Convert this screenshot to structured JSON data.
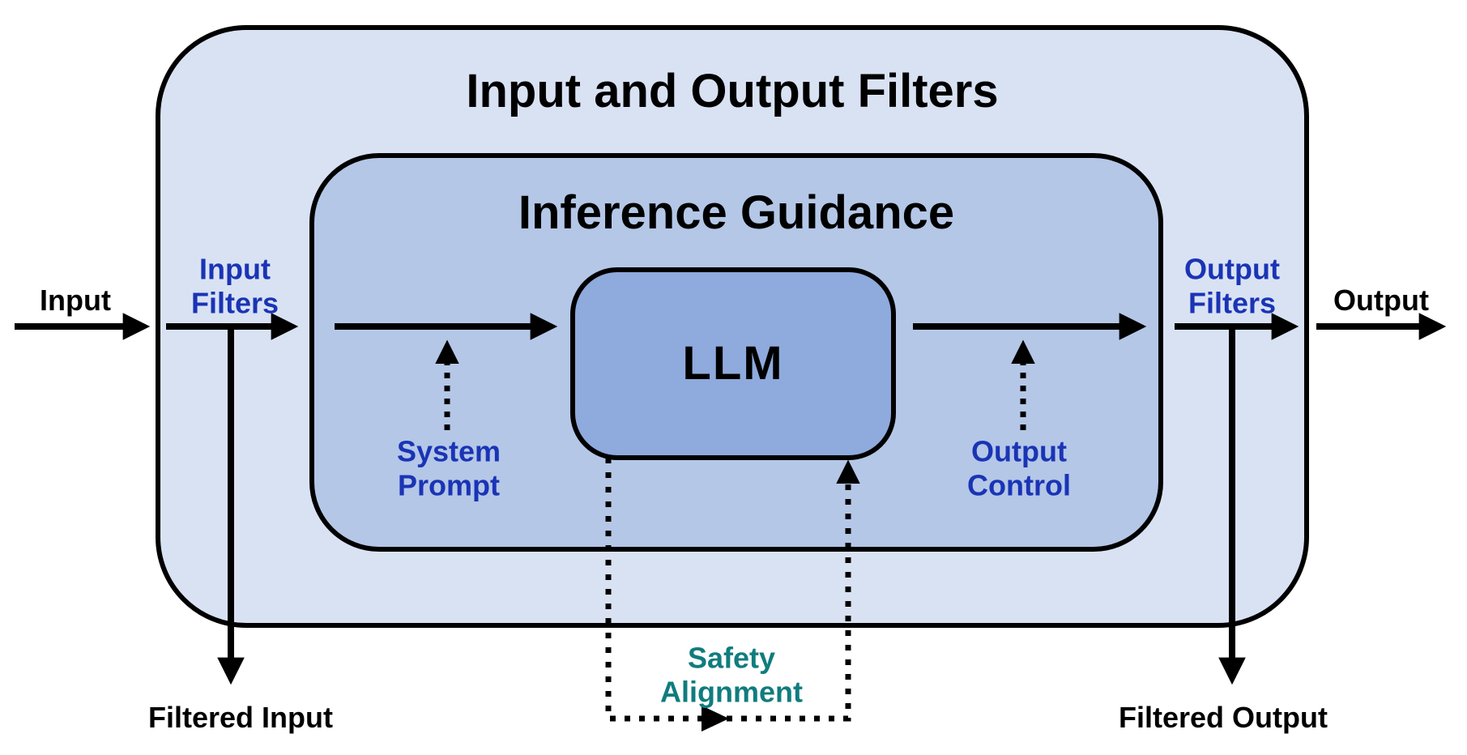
{
  "colors": {
    "canvas_bg": "#FFFFFF",
    "outer_fill": "#D9E2F3",
    "inner_fill": "#B4C7E7",
    "llm_fill": "#8FAADC",
    "line_color": "#000000",
    "label_blue": "#1A34B5",
    "label_teal": "#107C7E",
    "text_black": "#000000"
  },
  "boxes": {
    "outer": {
      "title": "Input and Output Filters"
    },
    "inference": {
      "title": "Inference Guidance"
    },
    "llm": {
      "label": "LLM"
    }
  },
  "flow_labels": {
    "input": "Input",
    "output": "Output",
    "filtered_input": "Filtered Input",
    "filtered_output": "Filtered Output"
  },
  "component_labels": {
    "input_filters": "Input Filters",
    "output_filters": "Output Filters",
    "system_prompt": "System Prompt",
    "output_control": "Output Control",
    "safety_alignment": "Safety Alignment"
  }
}
